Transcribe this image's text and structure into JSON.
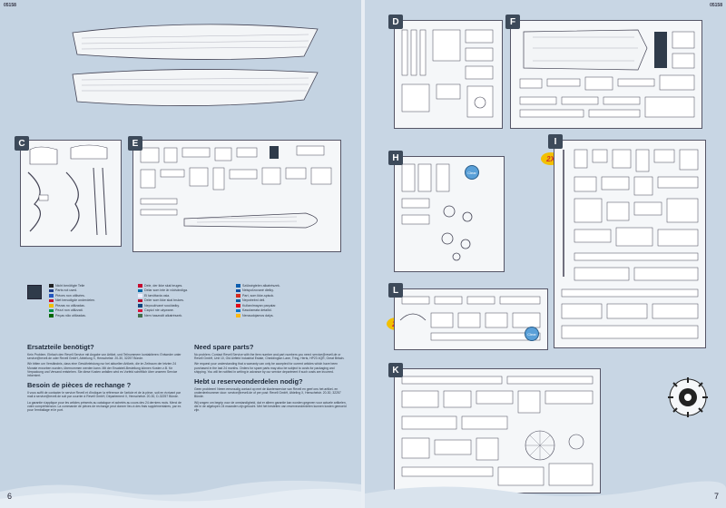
{
  "document": {
    "code_left": "05158",
    "code_right": "05158",
    "page_left": "6",
    "page_right": "7"
  },
  "sprues": [
    "C",
    "E",
    "D",
    "F",
    "H",
    "I",
    "L",
    "K"
  ],
  "multiplier": "2X",
  "clear_label": "Clear",
  "legend": {
    "col1": [
      "Nicht benötigte Teile",
      "Parts not used.",
      "Pièces non utilisées.",
      "Niet benodigde onderdelen.",
      "Piezas no utilizadas.",
      "Pezzi non utilizzati.",
      "Peças não utilizadas."
    ],
    "col2": [
      "Dele, der ikke skal bruges.",
      "Delar som inte är nödvändiga.",
      "Ei tarvittavia osia.",
      "Deler som ikke skal brukes.",
      "Nepoužívané součástky.",
      "Części nie używane.",
      "Nem használt alkatrészek."
    ],
    "col3": [
      "Szükségtelen alkatrészek.",
      "Neispoľzované dielky.",
      "Part, som ikke-spisok.",
      "Nepotrebni deli.",
      "Kullanılmayan parçalar.",
      "Kasutamata detailid.",
      "Nenaudojamos dalys."
    ]
  },
  "spares": {
    "de_title": "Ersatzteile benötigt?",
    "de_body1": "Kein Problem. Einfach den Revell Service mit Angabe von Artikel- und Teilnummern kontaktieren: Entweder unter service@revell.de oder Revell GmbH, Abteilung X, Henschelstr. 20-30, 32257 Bünde.",
    "de_body2": "Wir bitten um Verständnis, dass eine Gewährleistung nur bei aktuellen Artikeln, die im Zeitraum der letzten 24 Monate erworben wurden, übernommen werden kann. Mit der Ersatzteil-Bestellung können Kosten z.B. für Verpackung und Versand entstehen. Sie diese Kosten anfallen wird es Vorfeld schriftlich über unseren Service informiert.",
    "fr_title": "Besoin de pièces de rechange ?",
    "fr_body1": "Il vous suffit de contacter le service Revell et d'indiquer la référence de l'article et de la pièce, soit en écrivant par mail à service@revell.de soit par courrier à Revell GmbH, Département X, Henschelstr. 20-30, D-32257 Bünde.",
    "fr_body2": "La garantie s'applique pour les articles présents au catalogue et achetés au cours des 24 derniers mois. Merci de votre compréhension. La commande de pièces de rechange peut donner lieu à des frais supplémentaires, par ex. pour l'emballage et le port.",
    "en_title": "Need spare parts?",
    "en_body1": "No problem. Contact Revell Service with the item number and part numbers you need: service@revell.de or Revell GmbH, Unit 10, Old Airfield Industrial Estate, Cheddington Lane, Tring, Herts, HP23 4QR, Great Britain.",
    "en_body2": "We request your understanding that a warranty can only be accepted for current articles which have been purchased in the last 24 months. Orders for spare parts may also be subject to costs for packaging and shipping. You will be notified in writing in advance by our service department if such costs are incurred.",
    "nl_title": "Hebt u reserveonderdelen nodig?",
    "nl_body1": "Geen probleem! Neem eenvoudig contact op met de klantenservice van Revell en geef ons het artikel- en onderdeelnummer door: service@revell.de of per post: Revell GmbH, Afdeling X, Henschelstr. 20-30, 32257 Bünde.",
    "nl_body2": "Wij vragen om begrip voor de omstandigheid, dat er alleen garantie kan worden gegeven voor actuele artikelen, die in de afgelopen 24 maanden zijn gekocht. Met het bestellen van reserveonderdelen kunnen kosten gemoeid zijn."
  },
  "colors": {
    "page_bg": "#c4d3e2",
    "frame_stroke": "#556677",
    "badge_bg": "#3d4a5a",
    "multiplier_bg": "#f2c000",
    "multiplier_text": "#d03030",
    "clear_bg": "#5aa0d8"
  }
}
